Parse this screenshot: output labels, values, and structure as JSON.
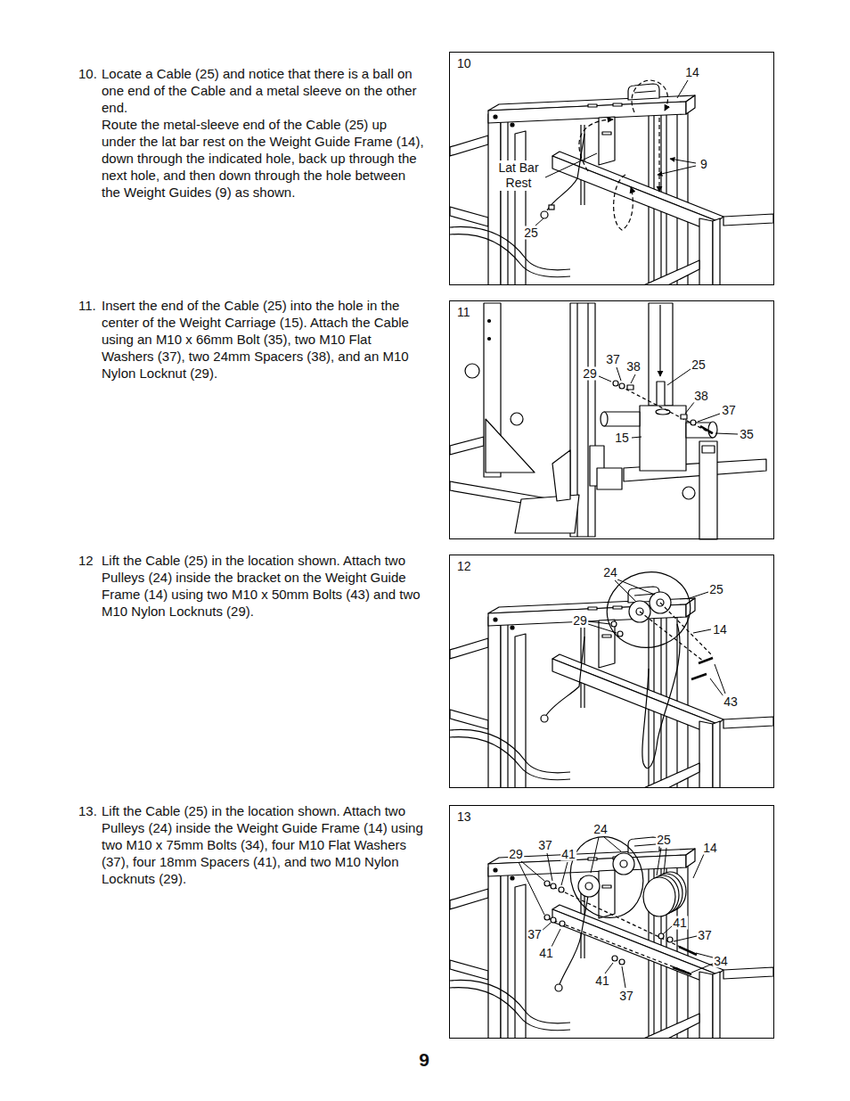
{
  "diagram": {
    "nodes": [
      {
        "text": [
          "10"
        ]
      },
      {
        "text": [
          "11"
        ]
      },
      {
        "text": [
          "12"
        ]
      },
      {
        "text": [
          "13"
        ]
      }
    ],
    "labels": [
      "10.",
      "Locate a Cable (25) and notice that there is a ball on one end of the Cable and a metal sleeve on the other end.",
      "Route the metal-sleeve end of the Cable (25) up under the lat bar rest on the Weight Guide Frame (14), down through the indicated hole, back up through the next hole, and then down through the hole between the Weight Guides (9) as shown.",
      "11.",
      "Insert the end of the Cable (25) into the hole in the center of the Weight Carriage (15). Attach the Cable using an M10 x 66mm Bolt (35), two M10 Flat Washers (37), two 24mm Spacers (38), and an M10 Nylon Locknut (29).",
      "12",
      "Lift the Cable (25) in the location shown. Attach two Pulleys (24) inside the bracket on the Weight Guide Frame (14) using two M10 x 50mm Bolts (43) and two M10 Nylon Locknuts (29).",
      "13.",
      "Lift the Cable (25) in the location shown. Attach two Pulleys (24) inside the Weight Guide Frame (14) using two M10 x 75mm Bolts (34), four M10 Flat Washers (37), four 18mm Spacers (41), and two M10 Nylon Locknuts (29).",
      "14",
      "Lat Bar Rest",
      "9",
      "25",
      "29",
      "37",
      "38",
      "25",
      "38",
      "37",
      "35",
      "15",
      "24",
      "25",
      "29",
      "14",
      "43",
      "24",
      "25",
      "14",
      "29",
      "37",
      "41",
      "37",
      "41",
      "41",
      "37",
      "41",
      "37",
      "34",
      "9"
    ]
  }
}
